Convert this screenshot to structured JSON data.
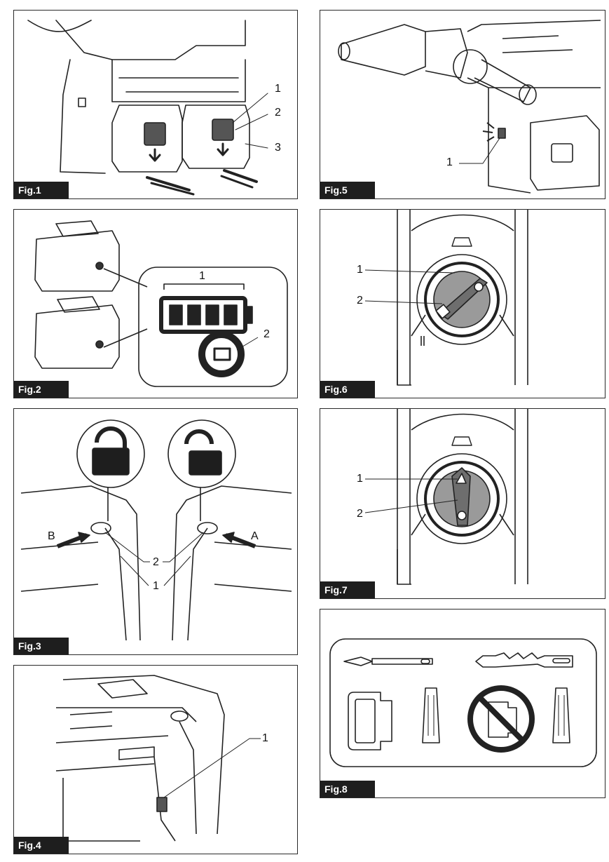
{
  "figures": [
    {
      "label": "Fig.1",
      "callouts": [
        "1",
        "2",
        "3"
      ]
    },
    {
      "label": "Fig.2",
      "callouts": [
        "1",
        "2"
      ]
    },
    {
      "label": "Fig.3",
      "callouts": [
        "B",
        "A",
        "2",
        "1"
      ]
    },
    {
      "label": "Fig.4",
      "callouts": [
        "1"
      ]
    },
    {
      "label": "Fig.5",
      "callouts": [
        "1"
      ]
    },
    {
      "label": "Fig.6",
      "callouts": [
        "1",
        "2"
      ]
    },
    {
      "label": "Fig.7",
      "callouts": [
        "1",
        "2"
      ]
    },
    {
      "label": "Fig.8",
      "callouts": []
    }
  ]
}
